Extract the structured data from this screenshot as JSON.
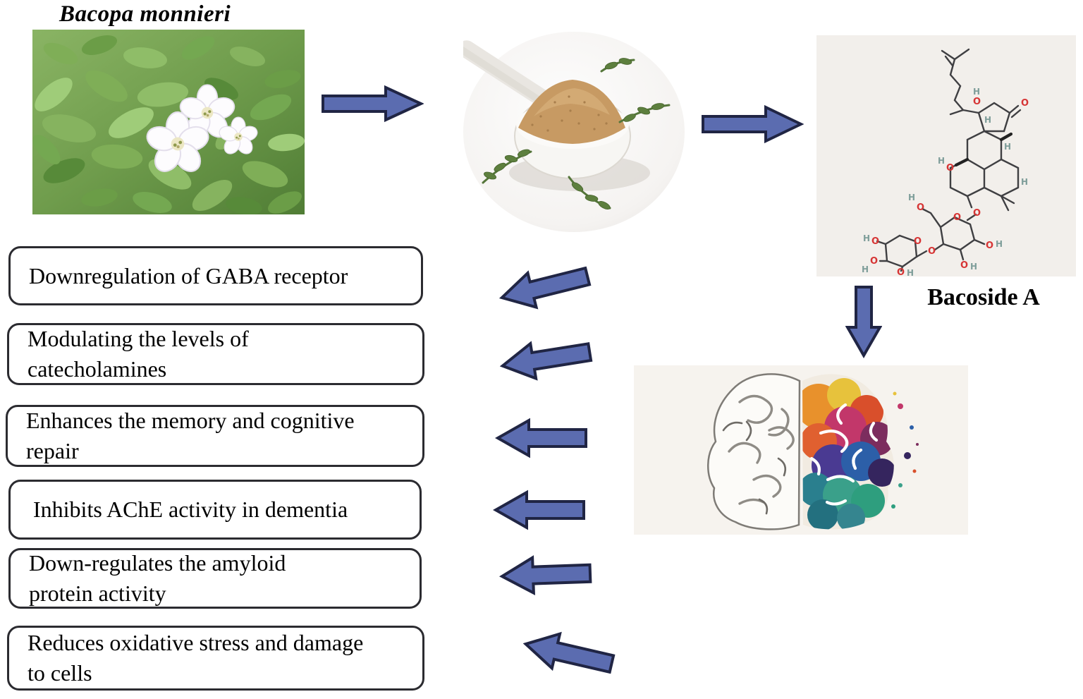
{
  "plant": {
    "title": "Bacopa monnieri"
  },
  "compound": {
    "label": "Bacoside A"
  },
  "effects": [
    {
      "line1": "Downregulation of GABA receptor"
    },
    {
      "line1": "Modulating the levels of",
      "line2": "catecholamines"
    },
    {
      "line1": "Enhances the memory and cognitive",
      "line2": "repair"
    },
    {
      "line1": "Inhibits AChE activity in dementia"
    },
    {
      "line1": "Down-regulates the amyloid",
      "line2": "protein activity"
    },
    {
      "line1": "Reduces oxidative stress and damage",
      "line2": "to cells"
    }
  ],
  "chem": {
    "o": "O",
    "h": "H",
    "ho": "HO",
    "oh": "OH"
  },
  "colors": {
    "arrow_fill": "#5b6cb0",
    "arrow_outline": "#202544",
    "box_border": "#2b2b30",
    "text": "#000000",
    "chem_bg": "#f2efeb",
    "brain_bg": "#f6f3ee",
    "atom_o": "#d63434",
    "atom_h": "#7f9e9a"
  }
}
